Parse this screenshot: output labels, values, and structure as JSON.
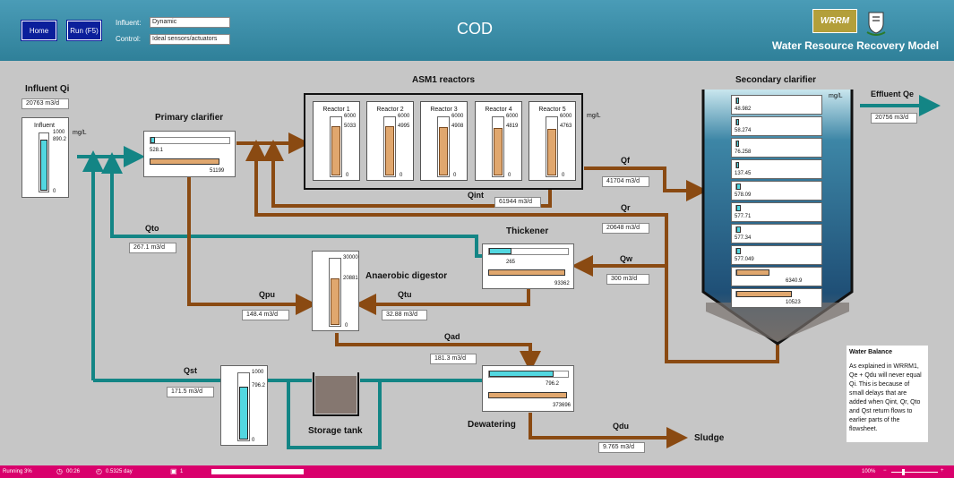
{
  "header": {
    "home_label": "Home",
    "run_label": "Run (F5)",
    "influent_label": "Influent:",
    "influent_value": "Dynamic",
    "control_label": "Control:",
    "control_value": "Ideal sensors/actuators",
    "page_title": "COD",
    "brand_title": "Water Resource Recovery Model",
    "logo_text": "WRRM"
  },
  "influent": {
    "title": "Influent Qi",
    "flow": "20763 m3/d",
    "gauge_label": "Influent",
    "max": "1000",
    "value": "890.2",
    "zero": "0",
    "unit": "mg/L",
    "level": 0.89
  },
  "primary_clarifier": {
    "title": "Primary clarifier",
    "top_value": "528.1",
    "bottom_value": "51199",
    "top_level": 0.06,
    "bottom_level": 0.87
  },
  "asm1": {
    "title": "ASM1 reactors",
    "unit": "mg/L",
    "reactors": [
      {
        "name": "Reactor 1",
        "max": "6000",
        "value": "5033",
        "zero": "0",
        "level": 0.84
      },
      {
        "name": "Reactor 2",
        "max": "6000",
        "value": "4995",
        "zero": "0",
        "level": 0.83
      },
      {
        "name": "Reactor 3",
        "max": "6000",
        "value": "4908",
        "zero": "0",
        "level": 0.82
      },
      {
        "name": "Reactor 4",
        "max": "6000",
        "value": "4819",
        "zero": "0",
        "level": 0.8
      },
      {
        "name": "Reactor 5",
        "max": "6000",
        "value": "4763",
        "zero": "0",
        "level": 0.79
      }
    ]
  },
  "secondary_clarifier": {
    "title": "Secondary clarifier",
    "unit": "mg/L",
    "layers": [
      {
        "value": "48.982",
        "level": 0.01
      },
      {
        "value": "58.274",
        "level": 0.01
      },
      {
        "value": "76.258",
        "level": 0.02
      },
      {
        "value": "137.45",
        "level": 0.03
      },
      {
        "value": "578.09",
        "level": 0.05
      },
      {
        "value": "577.71",
        "level": 0.05
      },
      {
        "value": "577.34",
        "level": 0.05
      },
      {
        "value": "577.049",
        "level": 0.05
      },
      {
        "value": "6340.9",
        "level": 0.4
      },
      {
        "value": "10523",
        "level": 0.67
      }
    ]
  },
  "flows": {
    "effluent_title": "Effluent Qe",
    "effluent": "20756 m3/d",
    "qf_label": "Qf",
    "qf": "41704 m3/d",
    "qint_label": "Qint",
    "qint": "61944 m3/d",
    "qr_label": "Qr",
    "qr": "20648 m3/d",
    "qto_label": "Qto",
    "qto": "267.1 m3/d",
    "qw_label": "Qw",
    "qw": "300 m3/d",
    "qpu_label": "Qpu",
    "qpu": "148.4 m3/d",
    "qtu_label": "Qtu",
    "qtu": "32.88 m3/d",
    "qad_label": "Qad",
    "qad": "181.3 m3/d",
    "qst_label": "Qst",
    "qst": "171.5 m3/d",
    "qdu_label": "Qdu",
    "qdu": "9.765 m3/d",
    "sludge_label": "Sludge"
  },
  "thickener": {
    "title": "Thickener",
    "top_value": "265",
    "bottom_value": "93362",
    "top_level": 0.28,
    "bottom_level": 0.95
  },
  "digester": {
    "title": "Anaerobic digestor",
    "max": "30000",
    "value": "20881",
    "zero": "0",
    "level": 0.7
  },
  "storage": {
    "title": "Storage tank",
    "max": "1000",
    "value": "796.2",
    "zero": "0",
    "level": 0.8
  },
  "dewatering": {
    "title": "Dewatering",
    "top_value": "796.2",
    "bottom_value": "373696",
    "top_level": 0.8,
    "bottom_level": 0.98
  },
  "water_balance": {
    "title": "Water Balance",
    "text": "As explained in WRRM1, Qe + Qdu will never equal Qi.  This is because of small delays that are added when Qint, Qr, Qto and Qst return flows to earlier parts of the flowsheet."
  },
  "status": {
    "running": "Running 3%",
    "elapsed": "00:26",
    "sim_time": "0.5325 day",
    "page": "1",
    "zoom": "100%",
    "progress": 0.03
  },
  "colors": {
    "header": "#2f8099",
    "button": "#0b1f9b",
    "teal_pipe": "#138585",
    "brown_pipe": "#8a4a12",
    "status_bar": "#d9006c"
  }
}
